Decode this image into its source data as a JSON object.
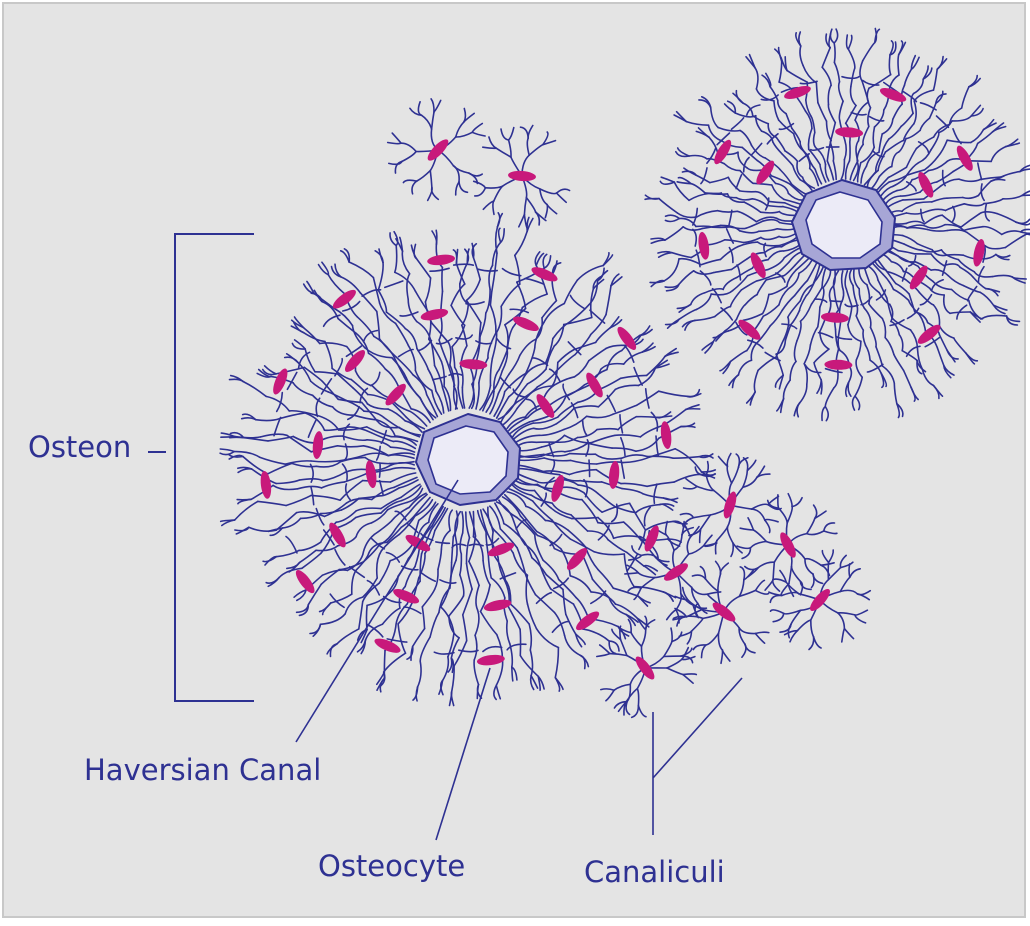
{
  "labels": {
    "osteon": "Osteon",
    "haversian_canal": "Haversian Canal",
    "osteocyte": "Osteocyte",
    "canaliculi": "Canaliculi"
  },
  "colors": {
    "background": "#e4e4e4",
    "border": "#c8c8c8",
    "canaliculi_lines": "#2e3192",
    "osteocyte": "#c8197b",
    "canal_ring": "#a7a6d6",
    "canal_center": "#ecebf7",
    "label_text": "#2e3192",
    "leader_line": "#2e3192"
  }
}
